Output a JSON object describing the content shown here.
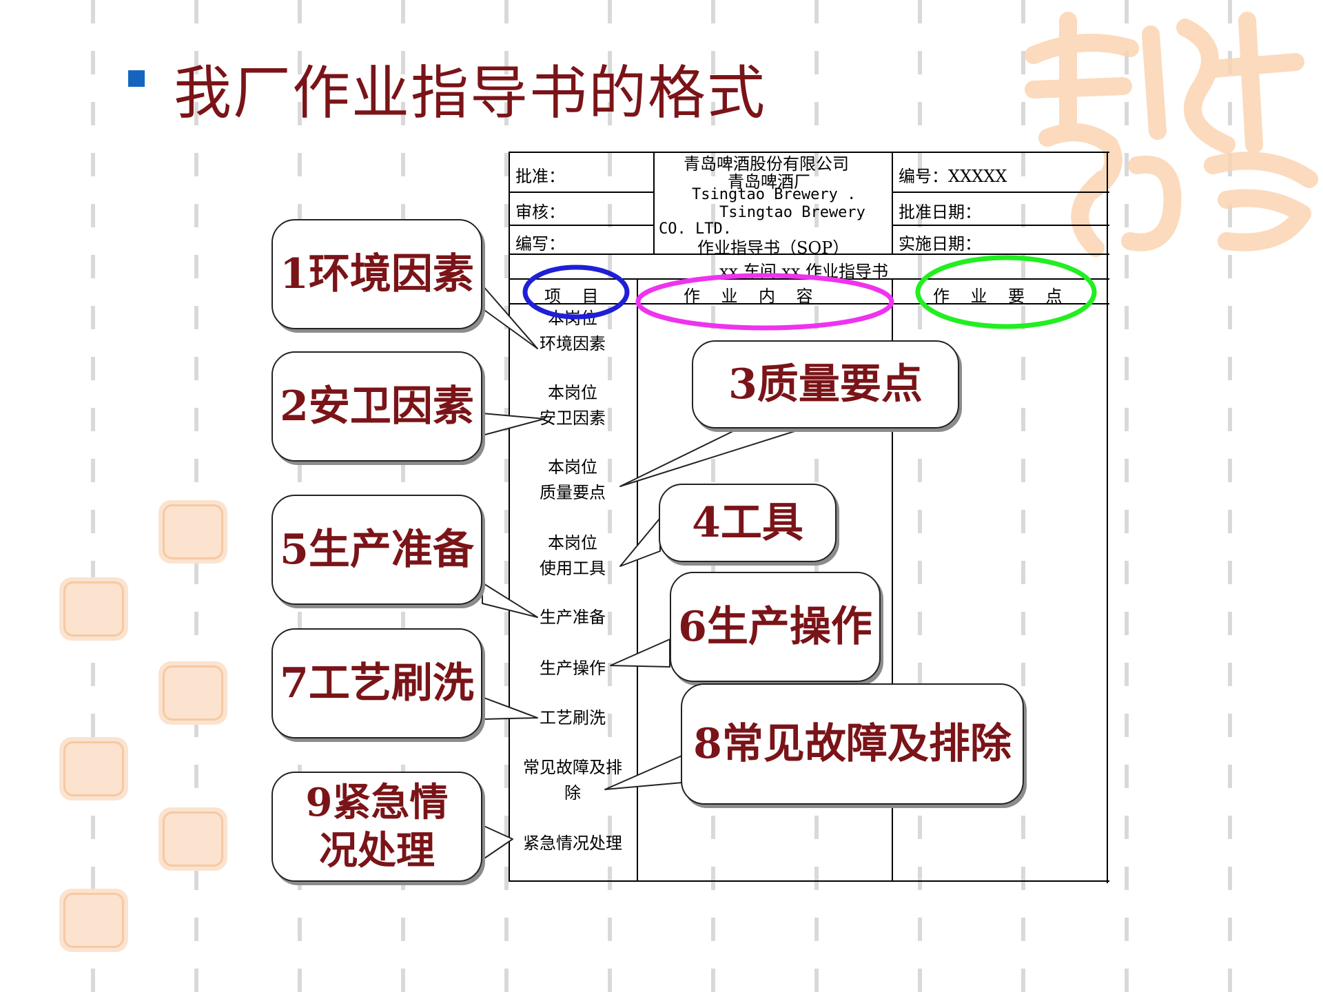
{
  "title": "我厂作业指导书的格式",
  "form": {
    "approve_label": "批准：",
    "review_label": "审核：",
    "write_label": "编写：",
    "company_cn_1": "青岛啤酒股份有限公司",
    "company_cn_2": "青岛啤酒厂",
    "company_en_1": "Tsingtao Brewery .",
    "company_en_2": "Tsingtao Brewery",
    "company_en_3": "CO. LTD.",
    "doc_title": "作业指导书（SOP）",
    "number_label": "编号：XXXXX",
    "approve_date_label": "批准日期：",
    "effective_date_label": "实施日期：",
    "workshop_title": "xx 车间 xx 作业指导书",
    "col_item": "项    目",
    "col_content": "作    业    内    容",
    "col_points": "作    业    要    点",
    "items": [
      "本岗位\n环境因素",
      "本岗位\n安卫因素",
      "本岗位\n质量要点",
      "本岗位\n使用工具",
      "生产准备",
      "生产操作",
      "工艺刷洗",
      "常见故障及排\n除",
      "紧急情况处理"
    ]
  },
  "callouts": [
    {
      "label": "1环境因素"
    },
    {
      "label": "2安卫因素"
    },
    {
      "label": "3质量要点"
    },
    {
      "label": "4工具"
    },
    {
      "label": "5生产准备"
    },
    {
      "label": "6生产操作"
    },
    {
      "label": "7工艺刷洗"
    },
    {
      "label": "8常见故障及排除"
    },
    {
      "label": "9紧急情\n况处理"
    }
  ],
  "colors": {
    "title": "#7a1418",
    "bullet": "#1565c0",
    "circle_item": "#1f1fd6",
    "circle_content": "#ee33ee",
    "circle_points": "#22ee22",
    "seal": "#fbd9bd"
  }
}
